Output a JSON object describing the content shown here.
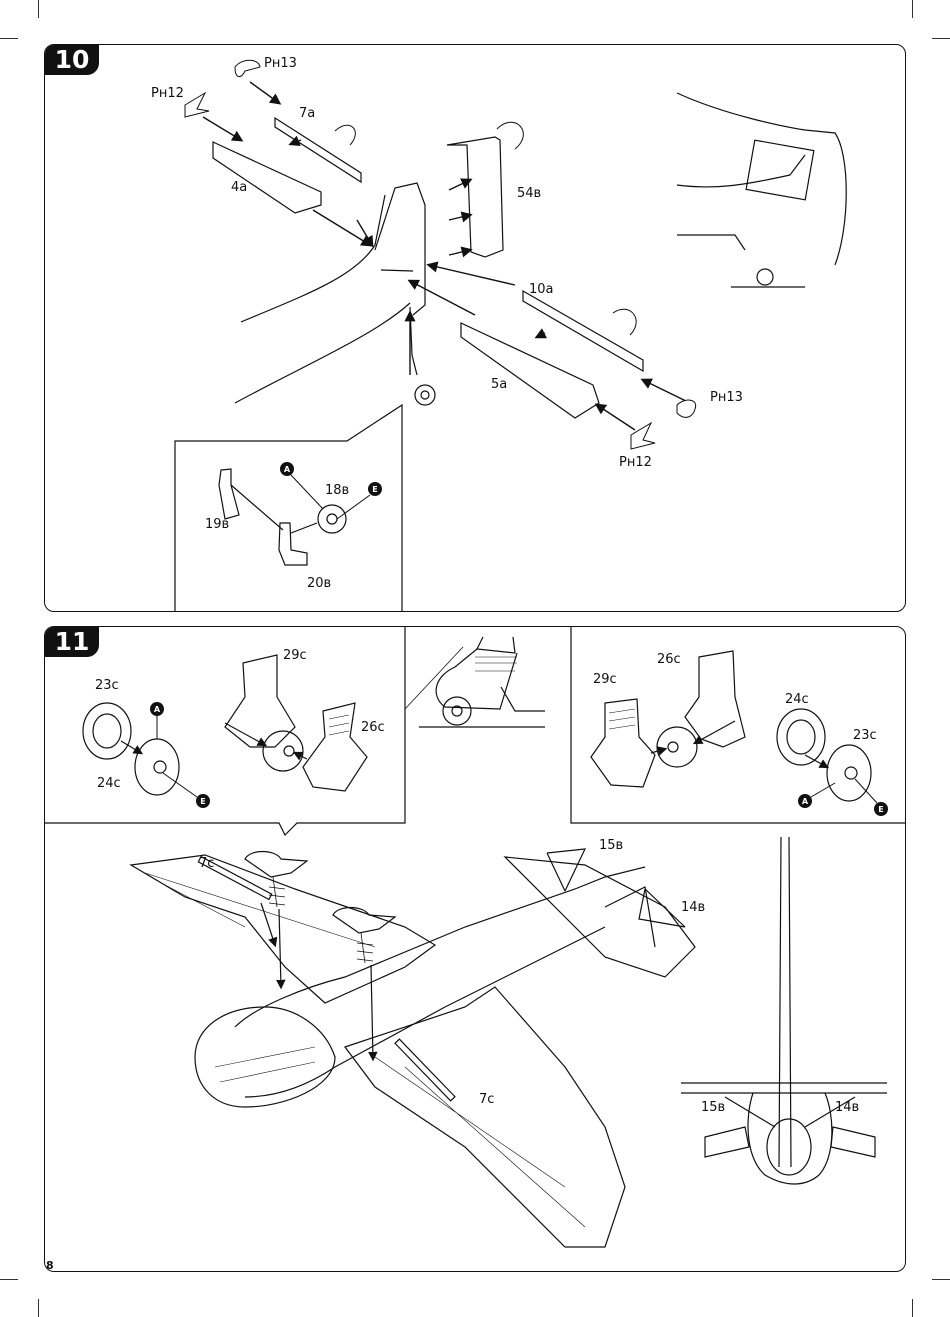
{
  "page": {
    "number": "8"
  },
  "step10": {
    "number": "10",
    "labels": {
      "ph13_top": "Pн13",
      "ph12_top": "Pн12",
      "part_7a": "7а",
      "part_4a": "4а",
      "part_54b": "54в",
      "part_10a": "10а",
      "part_5a": "5а",
      "ph13_right": "Pн13",
      "ph12_bottom": "Pн12",
      "part_18b": "18в",
      "part_19b": "19в",
      "part_20b": "20в"
    },
    "callouts": {
      "a": "A",
      "e": "E"
    }
  },
  "step11": {
    "number": "11",
    "labels": {
      "left_23c": "23с",
      "left_24c": "24с",
      "left_29c": "29с",
      "left_26c": "26с",
      "right_26c": "26с",
      "right_29c": "29с",
      "right_24c": "24с",
      "right_23c": "23с",
      "part_7c_top": "7с",
      "part_7c_bottom": "7с",
      "part_15b": "15в",
      "part_14b": "14в",
      "detail_15b": "15в",
      "detail_14b": "14в"
    },
    "callouts": {
      "a_left": "A",
      "e_left": "E",
      "a_right": "A",
      "e_right": "E"
    }
  }
}
